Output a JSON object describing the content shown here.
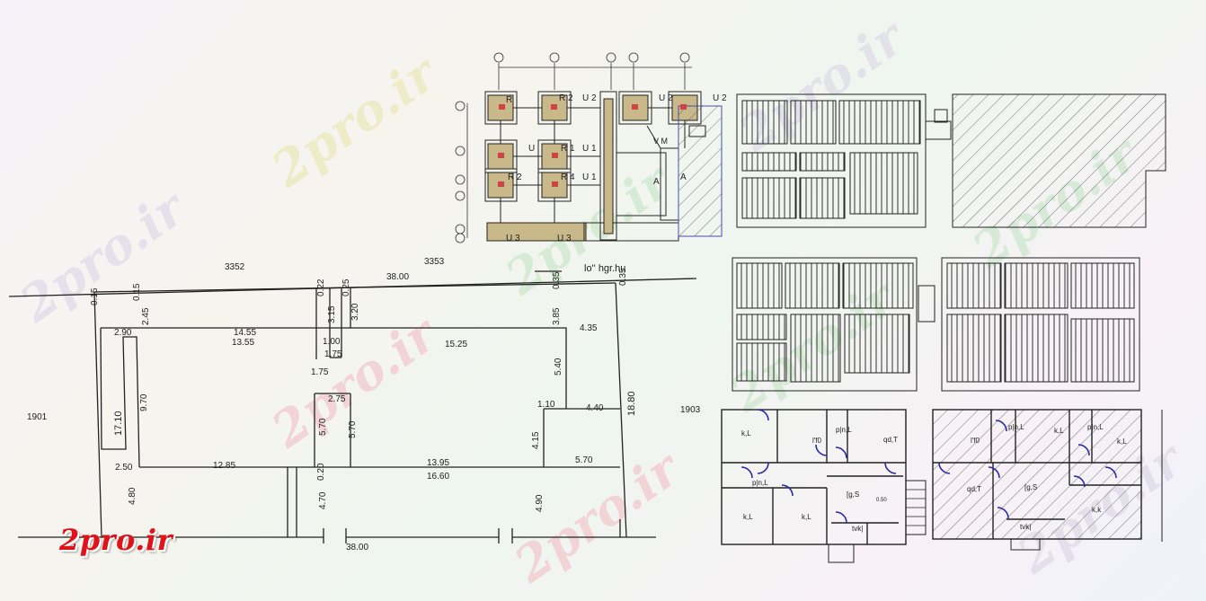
{
  "watermark": {
    "text": "2pro.ir"
  },
  "brand": {
    "text": "2pro.ir"
  },
  "site_plan": {
    "parcel_left": "3352",
    "parcel_top": "3353",
    "parcel_right": "1903",
    "parcel_west": "1901",
    "top_width": "38.00",
    "bottom_width": "38.00",
    "dims": {
      "d015a": "0.15",
      "d015b": "0.15",
      "d022": "0.22",
      "d025": "0.25",
      "d035a": "0.35",
      "d035b": "0.35",
      "d315": "3.15",
      "d320": "3.20",
      "d385": "3.85",
      "d245": "2.45",
      "d290": "2.90",
      "d1455": "14.55",
      "d1355": "13.55",
      "d100": "1.00",
      "d1525": "15.25",
      "d435": "4.35",
      "d175a": "1.75",
      "d175b": "1.75",
      "d540": "5.40",
      "d275": "2.75",
      "d970": "9.70",
      "d1710": "17.10",
      "d110": "1.10",
      "d440": "4.40",
      "d1880": "18.80",
      "d570a": "5.70",
      "d570b": "5.70",
      "d415": "4.15",
      "d250": "2.50",
      "d1285": "12.85",
      "d020": "0.20",
      "d1395": "13.95",
      "d570c": "5.70",
      "d1660": "16.60",
      "d480": "4.80",
      "d470": "4.70",
      "d490": "4.90"
    }
  },
  "foundation": {
    "title": "lo'' hgr.hu",
    "labels": {
      "r2a": "R",
      "r2b": "2",
      "u2a": "U 2",
      "u2b": "U 2",
      "u2c": "U 2",
      "r2c": "R 2",
      "ua": "U",
      "r1a": "R 1",
      "u1a": "U 1",
      "r2d": "R 2",
      "r4a": "R 4",
      "u1b": "U 1",
      "u3a": "U 3",
      "u3b": "U 3",
      "vm": "V M",
      "aa": "A",
      "ab": "A"
    }
  },
  "floor_plan": {
    "left_rooms": [
      "k,L",
      "l'f0",
      "p|n,L",
      "qd,T",
      "p|n,L",
      "[g,S",
      "k,L",
      "k,L",
      "tvk|"
    ],
    "right_rooms": [
      "l'f0",
      "p|n,L",
      "k,L",
      "p|n,L",
      "k,L",
      "qd,T",
      "[g,S",
      "k,k",
      "tvk|"
    ],
    "scale_label": "0.50"
  }
}
